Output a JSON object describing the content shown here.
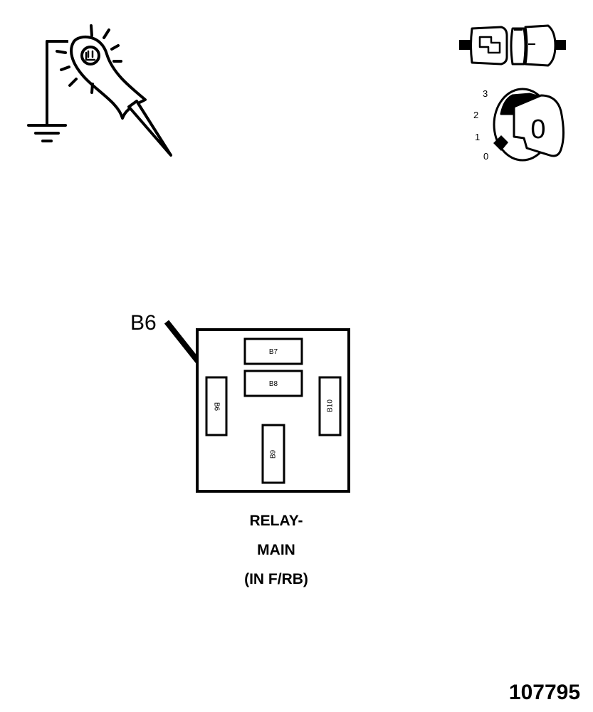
{
  "callout": {
    "label": "B6"
  },
  "relay_terminals": [
    {
      "id": "b6",
      "label": "B6"
    },
    {
      "id": "b7",
      "label": "B7"
    },
    {
      "id": "b8",
      "label": "B8"
    },
    {
      "id": "b9",
      "label": "B9"
    },
    {
      "id": "b10",
      "label": "B10"
    }
  ],
  "caption": {
    "line1": "RELAY-",
    "line2": "MAIN",
    "line3": "(IN F/RB)"
  },
  "ignition": {
    "positions": [
      "3",
      "2",
      "1",
      "0"
    ],
    "key_glyph": "0"
  },
  "figure_number": "107795",
  "icons": {
    "test_lamp": "test-lamp-to-ground-icon",
    "connector": "disconnected-connector-icon",
    "ignition": "ignition-key-icon"
  },
  "colors": {
    "line": "#000000",
    "background": "#ffffff"
  }
}
